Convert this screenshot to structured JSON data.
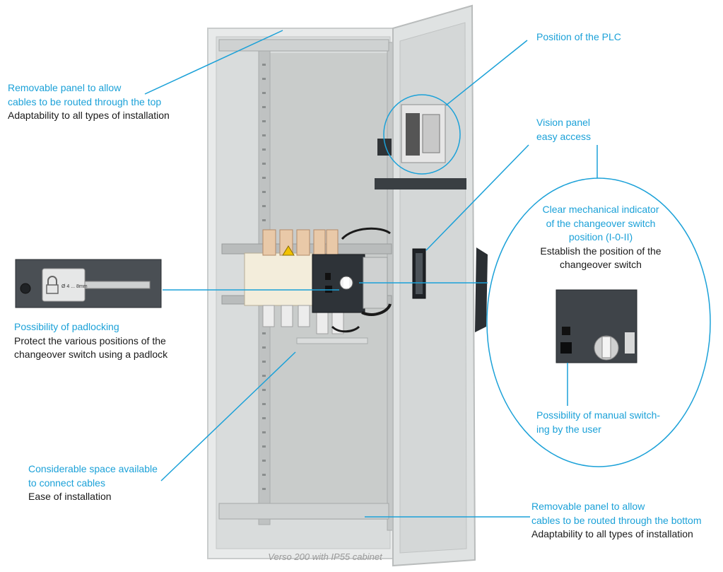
{
  "colors": {
    "accent": "#1ba1d8",
    "text": "#1a1a1a",
    "caption": "#9a9a9a",
    "cabinet": "#e3e5e5",
    "metal_dark": "#2e3338"
  },
  "callouts": {
    "top_panel": {
      "line1": "Removable panel to allow",
      "line2": "cables to be routed through the top",
      "desc": "Adaptability to all types of installation"
    },
    "plc": {
      "line1": "Position of the PLC"
    },
    "vision": {
      "line1": "Vision panel",
      "line2": "easy access"
    },
    "indicator": {
      "line1": "Clear mechanical indicator",
      "line2": "of the changeover switch",
      "line3": "position (I-0-II)",
      "desc1": "Establish the position of the",
      "desc2": "changeover switch"
    },
    "padlock": {
      "title": "Possibility of padlocking",
      "desc1": "Protect the various positions of the",
      "desc2": "changeover switch using a padlock",
      "tag_text": "Ø 4 ... 8mm"
    },
    "manual": {
      "line1": "Possibility of manual switch-",
      "line2": "ing by the user"
    },
    "space": {
      "line1": "Considerable space available",
      "line2": "to connect cables",
      "desc": "Ease of installation"
    },
    "bottom_panel": {
      "line1": "Removable panel to allow",
      "line2": "cables to be routed through the bottom",
      "desc": "Adaptability to all types of installation"
    }
  },
  "caption": "Verso 200 with IP55 cabinet"
}
